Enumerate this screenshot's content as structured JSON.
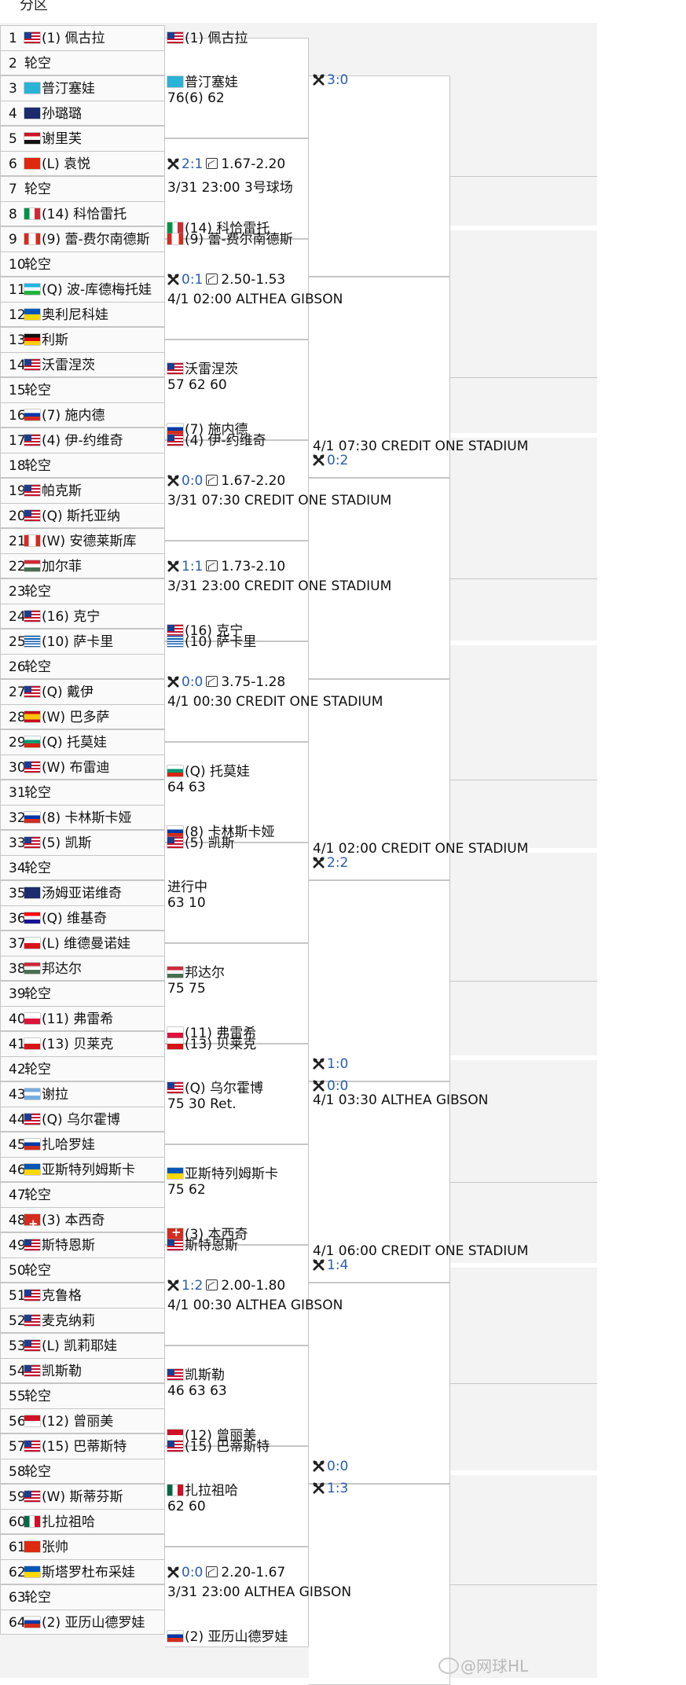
{
  "page": {
    "title": "分区"
  },
  "watermark": {
    "text": "@网球HL"
  },
  "icons": {
    "match": "crossed-rackets-icon",
    "odds": "odds-chart-icon"
  },
  "colors": {
    "score": "#2a5db0",
    "section_bg": "#f3f3f3",
    "line": "#c6c6c6"
  },
  "players": [
    {
      "num": "1",
      "flag": "usa",
      "name": "(1) 佩古拉"
    },
    {
      "num": "2",
      "flag": "",
      "name": "轮空"
    },
    {
      "num": "3",
      "flag": "kaz",
      "name": "普汀塞娃"
    },
    {
      "num": "4",
      "flag": "aus",
      "name": "孙璐璐"
    },
    {
      "num": "5",
      "flag": "egy",
      "name": "谢里芙"
    },
    {
      "num": "6",
      "flag": "chn",
      "name": "(L) 袁悦"
    },
    {
      "num": "7",
      "flag": "",
      "name": "轮空"
    },
    {
      "num": "8",
      "flag": "ita",
      "name": "(14) 科恰雷托"
    },
    {
      "num": "9",
      "flag": "can",
      "name": "(9) 蕾-费尔南德斯"
    },
    {
      "num": "10",
      "flag": "",
      "name": "轮空"
    },
    {
      "num": "11",
      "flag": "uzb",
      "name": "(Q) 波-库德梅托娃"
    },
    {
      "num": "12",
      "flag": "ukr",
      "name": "奥利尼科娃"
    },
    {
      "num": "13",
      "flag": "ger",
      "name": "利斯"
    },
    {
      "num": "14",
      "flag": "usa",
      "name": "沃雷涅茨"
    },
    {
      "num": "15",
      "flag": "",
      "name": "轮空"
    },
    {
      "num": "16",
      "flag": "rus",
      "name": "(7) 施内德"
    },
    {
      "num": "17",
      "flag": "usa",
      "name": "(4) 伊-约维奇"
    },
    {
      "num": "18",
      "flag": "",
      "name": "轮空"
    },
    {
      "num": "19",
      "flag": "usa",
      "name": "帕克斯"
    },
    {
      "num": "20",
      "flag": "usa",
      "name": "(Q) 斯托亚纳"
    },
    {
      "num": "21",
      "flag": "can",
      "name": "(W) 安德莱斯库"
    },
    {
      "num": "22",
      "flag": "hun",
      "name": "加尔菲"
    },
    {
      "num": "23",
      "flag": "",
      "name": "轮空"
    },
    {
      "num": "24",
      "flag": "usa",
      "name": "(16) 克宁"
    },
    {
      "num": "25",
      "flag": "gre",
      "name": "(10) 萨卡里"
    },
    {
      "num": "26",
      "flag": "",
      "name": "轮空"
    },
    {
      "num": "27",
      "flag": "usa",
      "name": "(Q) 戴伊"
    },
    {
      "num": "28",
      "flag": "esp",
      "name": "(W) 巴多萨"
    },
    {
      "num": "29",
      "flag": "bul",
      "name": "(Q) 托莫娃"
    },
    {
      "num": "30",
      "flag": "usa",
      "name": "(W) 布雷迪"
    },
    {
      "num": "31",
      "flag": "",
      "name": "轮空"
    },
    {
      "num": "32",
      "flag": "rus",
      "name": "(8) 卡林斯卡娅"
    },
    {
      "num": "33",
      "flag": "usa",
      "name": "(5) 凯斯"
    },
    {
      "num": "34",
      "flag": "",
      "name": "轮空"
    },
    {
      "num": "35",
      "flag": "aus",
      "name": "汤姆亚诺维奇"
    },
    {
      "num": "36",
      "flag": "cro",
      "name": "(Q) 维基奇"
    },
    {
      "num": "37",
      "flag": "cze",
      "name": "(L) 维德曼诺娃"
    },
    {
      "num": "38",
      "flag": "hun",
      "name": "邦达尔"
    },
    {
      "num": "39",
      "flag": "",
      "name": "轮空"
    },
    {
      "num": "40",
      "flag": "pol",
      "name": "(11) 弗雷希"
    },
    {
      "num": "41",
      "flag": "cze",
      "name": "(13) 贝莱克"
    },
    {
      "num": "42",
      "flag": "",
      "name": "轮空"
    },
    {
      "num": "43",
      "flag": "arg",
      "name": "谢拉"
    },
    {
      "num": "44",
      "flag": "usa",
      "name": "(Q) 乌尔霍博"
    },
    {
      "num": "45",
      "flag": "rus",
      "name": "扎哈罗娃"
    },
    {
      "num": "46",
      "flag": "ukr",
      "name": "亚斯特列姆斯卡"
    },
    {
      "num": "47",
      "flag": "",
      "name": "轮空"
    },
    {
      "num": "48",
      "flag": "sui",
      "name": "(3) 本西奇"
    },
    {
      "num": "49",
      "flag": "usa",
      "name": "斯特恩斯"
    },
    {
      "num": "50",
      "flag": "",
      "name": "轮空"
    },
    {
      "num": "51",
      "flag": "usa",
      "name": "克鲁格"
    },
    {
      "num": "52",
      "flag": "usa",
      "name": "麦克纳莉"
    },
    {
      "num": "53",
      "flag": "usa",
      "name": "(L) 凯莉耶娃"
    },
    {
      "num": "54",
      "flag": "usa",
      "name": "凯斯勒"
    },
    {
      "num": "55",
      "flag": "",
      "name": "轮空"
    },
    {
      "num": "56",
      "flag": "idn",
      "name": "(12) 曾丽美"
    },
    {
      "num": "57",
      "flag": "usa",
      "name": "(15) 巴蒂斯特"
    },
    {
      "num": "58",
      "flag": "",
      "name": "轮空"
    },
    {
      "num": "59",
      "flag": "usa",
      "name": "(W) 斯蒂芬斯"
    },
    {
      "num": "60",
      "flag": "mex",
      "name": "扎拉祖哈"
    },
    {
      "num": "61",
      "flag": "chn",
      "name": "张帅"
    },
    {
      "num": "62",
      "flag": "ukr",
      "name": "斯塔罗杜布采娃"
    },
    {
      "num": "63",
      "flag": "",
      "name": "轮空"
    },
    {
      "num": "64",
      "flag": "rus",
      "name": "(2) 亚历山德罗娃"
    }
  ],
  "r1": [
    {
      "top": {
        "flag": "usa",
        "name": "(1) 佩古拉"
      },
      "mid": [
        {
          "kind": "plain",
          "text": "普汀塞娃",
          "flag": "kaz"
        },
        {
          "kind": "plain",
          "text": "76(6) 62"
        }
      ]
    },
    {
      "mid": [
        {
          "kind": "score",
          "score": "2:1",
          "odds": "1.67-2.20"
        },
        {
          "kind": "plain",
          "text": "3/31 23:00 3号球场"
        }
      ],
      "bottom": {
        "flag": "ita",
        "name": "(14) 科恰雷托"
      }
    },
    {
      "top": {
        "flag": "can",
        "name": "(9) 蕾-费尔南德斯"
      },
      "mid": [
        {
          "kind": "score",
          "score": "0:1",
          "odds": "2.50-1.53"
        },
        {
          "kind": "plain",
          "text": "4/1 02:00 ALTHEA GIBSON"
        }
      ]
    },
    {
      "mid": [
        {
          "kind": "plain",
          "text": "沃雷涅茨",
          "flag": "usa"
        },
        {
          "kind": "plain",
          "text": "57 62 60"
        }
      ],
      "bottom": {
        "flag": "rus",
        "name": "(7) 施内德"
      }
    },
    {
      "top": {
        "flag": "usa",
        "name": "(4) 伊-约维奇"
      },
      "mid": [
        {
          "kind": "score",
          "score": "0:0",
          "odds": "1.67-2.20"
        },
        {
          "kind": "plain",
          "text": "3/31 07:30 CREDIT ONE STADIUM"
        }
      ]
    },
    {
      "mid": [
        {
          "kind": "score",
          "score": "1:1",
          "odds": "1.73-2.10"
        },
        {
          "kind": "plain",
          "text": "3/31 23:00 CREDIT ONE STADIUM"
        }
      ],
      "bottom": {
        "flag": "usa",
        "name": "(16) 克宁"
      }
    },
    {
      "top": {
        "flag": "gre",
        "name": "(10) 萨卡里"
      },
      "mid": [
        {
          "kind": "score",
          "score": "0:0",
          "odds": "3.75-1.28"
        },
        {
          "kind": "plain",
          "text": "4/1 00:30 CREDIT ONE STADIUM"
        }
      ]
    },
    {
      "mid": [
        {
          "kind": "plain",
          "text": "(Q) 托莫娃",
          "flag": "bul"
        },
        {
          "kind": "plain",
          "text": "64 63"
        }
      ],
      "bottom": {
        "flag": "rus",
        "name": "(8) 卡林斯卡娅"
      }
    },
    {
      "top": {
        "flag": "usa",
        "name": "(5) 凯斯"
      },
      "mid": [
        {
          "kind": "plain",
          "text": "进行中"
        },
        {
          "kind": "plain",
          "text": "63 10"
        }
      ]
    },
    {
      "mid": [
        {
          "kind": "plain",
          "text": "邦达尔",
          "flag": "hun"
        },
        {
          "kind": "plain",
          "text": "75 75"
        }
      ],
      "bottom": {
        "flag": "pol",
        "name": "(11) 弗雷希"
      }
    },
    {
      "top": {
        "flag": "cze",
        "name": "(13) 贝莱克"
      },
      "mid": [
        {
          "kind": "plain",
          "text": "(Q) 乌尔霍博",
          "flag": "usa"
        },
        {
          "kind": "plain",
          "text": "75 30 Ret."
        }
      ]
    },
    {
      "mid": [
        {
          "kind": "plain",
          "text": "亚斯特列姆斯卡",
          "flag": "ukr"
        },
        {
          "kind": "plain",
          "text": "75 62"
        }
      ],
      "bottom": {
        "flag": "sui",
        "name": "(3) 本西奇"
      }
    },
    {
      "top": {
        "flag": "usa",
        "name": "斯特恩斯"
      },
      "mid": [
        {
          "kind": "score",
          "score": "1:2",
          "odds": "2.00-1.80"
        },
        {
          "kind": "plain",
          "text": "4/1 00:30 ALTHEA GIBSON"
        }
      ]
    },
    {
      "mid": [
        {
          "kind": "plain",
          "text": "凯斯勒",
          "flag": "usa"
        },
        {
          "kind": "plain",
          "text": "46 63 63"
        }
      ],
      "bottom": {
        "flag": "idn",
        "name": "(12) 曾丽美"
      }
    },
    {
      "top": {
        "flag": "usa",
        "name": "(15) 巴蒂斯特"
      },
      "mid": [
        {
          "kind": "plain",
          "text": "扎拉祖哈",
          "flag": "mex"
        },
        {
          "kind": "plain",
          "text": "62 60"
        }
      ]
    },
    {
      "mid": [
        {
          "kind": "score",
          "score": "0:0",
          "odds": "2.20-1.67"
        },
        {
          "kind": "plain",
          "text": "3/31 23:00 ALTHEA GIBSON"
        }
      ],
      "bottom": {
        "flag": "rus",
        "name": "(2) 亚历山德罗娃"
      }
    }
  ],
  "r2": [
    {
      "top": {
        "score": "3:0"
      },
      "bottom": null
    },
    {
      "top": null,
      "bottom": {
        "score": "0:2",
        "venue": "4/1 07:30 CREDIT ONE STADIUM"
      }
    },
    {
      "top": null,
      "bottom": null
    },
    {
      "top": null,
      "bottom": {
        "score": "2:2",
        "venue": "4/1 02:00 CREDIT ONE STADIUM"
      }
    },
    {
      "top": null,
      "bottom": {
        "score": "1:0"
      }
    },
    {
      "top": {
        "score": "0:0",
        "venue": "4/1 03:30 ALTHEA GIBSON"
      },
      "bottom": {
        "score": "1:4",
        "venue": "4/1 06:00 CREDIT ONE STADIUM"
      }
    },
    {
      "top": null,
      "bottom": {
        "score": "0:0"
      }
    },
    {
      "top": {
        "score": "1:3"
      },
      "bottom": null
    }
  ]
}
